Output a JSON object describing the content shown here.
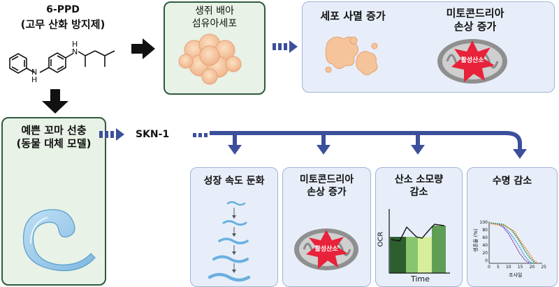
{
  "compound": {
    "name": "6-PPD",
    "desc": "(고무 산화 방지제)",
    "atom_n": "N",
    "atom_h": "H"
  },
  "cell_box": {
    "line1": "생쥐 배아",
    "line2": "섬유아세포"
  },
  "effects_top": [
    {
      "title": "세포 사멸 증가"
    },
    {
      "title": "미토콘드리아",
      "title2": "손상 증가",
      "badge": "활성산소"
    }
  ],
  "worm_box": {
    "line1": "예쁜 꼬마 선충",
    "line2": "(동물 대체 모델)"
  },
  "gene": "SKN-1",
  "effects_bottom": [
    {
      "title": "성장 속도 둔화"
    },
    {
      "title": "미토콘드리아",
      "title2": "손상 증가",
      "badge": "활성산소"
    },
    {
      "title": "산소 소모량",
      "title2": "감소",
      "ylabel": "OCR",
      "xlabel": "Time"
    },
    {
      "title": "수명 감소",
      "ylabel": "생존율 (%)",
      "xlabel": "조사일",
      "yticks": [
        "100",
        "80",
        "60",
        "40",
        "20",
        "0"
      ],
      "xticks": [
        "0",
        "5",
        "10",
        "15",
        "20",
        "25"
      ]
    }
  ],
  "colors": {
    "arrow_dark": "#111111",
    "arrow_blue": "#3c4f9b",
    "box_green": "#e8f2e6",
    "box_blue": "#e7eef9",
    "badge_red": "#e8223a"
  }
}
